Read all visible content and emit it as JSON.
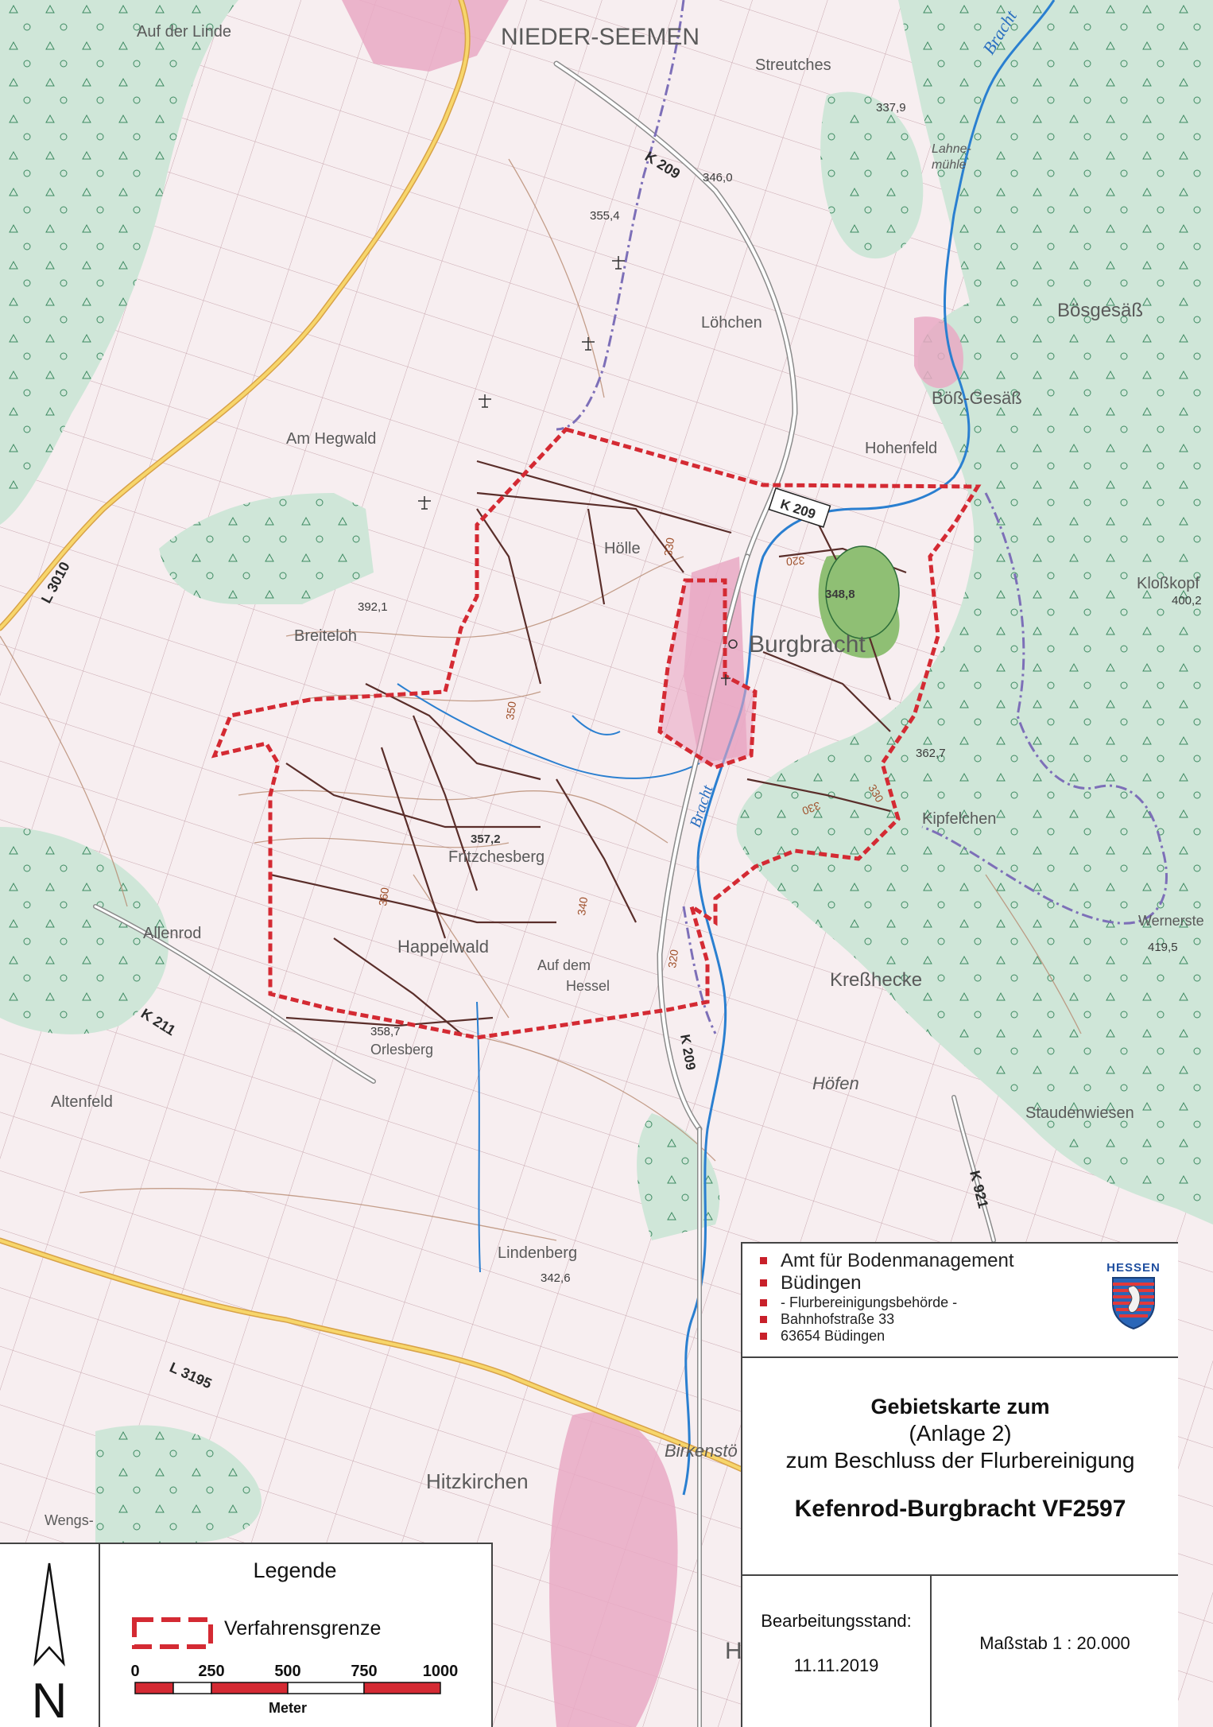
{
  "places": {
    "auf_der_linde": "Auf der Linde",
    "nieder_seemen": "NIEDER-SEEMEN",
    "streutches": "Streutches",
    "lahnemuehle_1": "Lahne-",
    "lahnemuehle_2": "mühle",
    "boesgesaess": "Bösgesäß",
    "boess_gesaess": "Böß-Gesäß",
    "loehchen": "Löhchen",
    "hohenfeld": "Hohenfeld",
    "am_hegwald": "Am Hegwald",
    "hoelle": "Hölle",
    "burgbracht": "Burgbracht",
    "klosskopf": "Kloßkopf",
    "breiteloh": "Breiteloh",
    "kipfelchen": "Kipfelchen",
    "fritzchesberg": "Fritzchesberg",
    "allenrod": "Allenrod",
    "happelwald": "Happelwald",
    "auf_dem_hessel_1": "Auf dem",
    "auf_dem_hessel_2": "Hessel",
    "wernerste": "Wernerste",
    "kresshecke": "Kreßhecke",
    "orlesberg": "Orlesberg",
    "altenfeld": "Altenfeld",
    "hoefen": "Höfen",
    "staudenwiesen": "Staudenwiesen",
    "lindenberg": "Lindenberg",
    "hitzkirchen": "Hitzkirchen",
    "birkenstoe": "Birkenstö",
    "wengs": "Wengs-",
    "h_fragment": "H"
  },
  "roads": {
    "k209_north": "K 209",
    "k209_box": "K 209",
    "k209_south": "K 209",
    "l3010": "L 3010",
    "k211": "K 211",
    "k921": "K 921",
    "l3195": "L 3195"
  },
  "water": {
    "bracht_north": "Bracht",
    "bracht_center": "Bracht"
  },
  "elevations": {
    "e337_9": "337,9",
    "e346_0": "346,0",
    "e355_4": "355,4",
    "e348_8": "348,8",
    "e400_2": "400,2",
    "e392_1": "392,1",
    "e362_7": "362,7",
    "e357_2": "357,2",
    "e419_5": "419,5",
    "e358_7": "358,7",
    "e342_6": "342,6"
  },
  "contour_labels": {
    "c330_a": "330",
    "c320_a": "320",
    "c350": "350",
    "c330_b": "330",
    "c330_c": "330",
    "c360": "360",
    "c340": "340",
    "c320_b": "320"
  },
  "address": {
    "line1": "Amt für Bodenmanagement",
    "line2": "Büdingen",
    "line3": "- Flurbereinigungsbehörde -",
    "line4": "Bahnhofstraße 33",
    "line5": "63654 Büdingen"
  },
  "logo": {
    "label": "HESSEN"
  },
  "title": {
    "line1": "Gebietskarte zum",
    "line2": "(Anlage 2)",
    "line3": "zum Beschluss der Flurbereinigung",
    "line4": "Kefenrod-Burgbracht VF2597"
  },
  "status": {
    "label": "Bearbeitungsstand:",
    "date": "11.11.2019"
  },
  "scale": {
    "text": "Maßstab 1 : 20.000"
  },
  "legend": {
    "title": "Legende",
    "boundary_label": "Verfahrensgrenze",
    "north": "N",
    "scalebar_ticks": [
      "0",
      "250",
      "500",
      "750",
      "1000"
    ],
    "scalebar_unit": "Meter"
  },
  "colors": {
    "boundary": "#d42a33",
    "forest": "#cfe6d8",
    "water": "#2a7fd0",
    "settlement": "#e9a9c4"
  }
}
